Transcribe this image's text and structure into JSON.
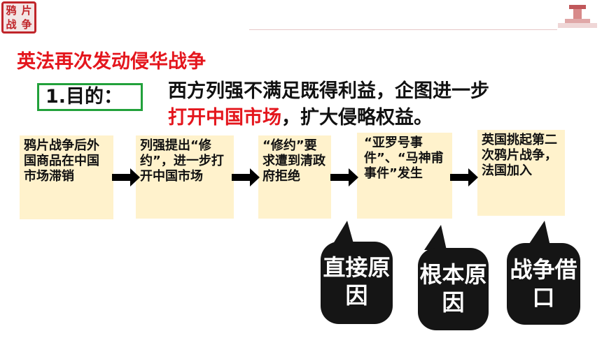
{
  "logo": {
    "chars": [
      "鸦",
      "片",
      "战",
      "争"
    ]
  },
  "heading": "英法再次发动侵华战争",
  "purpose": {
    "label": "1.目的：",
    "line1": "西方列强不满足既得利益，企图进一步",
    "line2_red": "打开中国市场",
    "line2_rest": "，扩大侵略权益。"
  },
  "steps": [
    "鸦片战争后外国商品在中国市场滞销",
    "列强提出“修约”，进一步打开中国市场",
    "“修约”要求遭到清政府拒绝",
    "“亚罗号事件”、“马神甫事件”发生",
    "英国挑起第二次鸦片战争，法国加入"
  ],
  "bubbles": [
    "直接原因",
    "根本原因",
    "战争借口"
  ],
  "colors": {
    "accent_red": "#e4161d",
    "box_green": "#22a13b",
    "step_fill": "#fff2cc",
    "bubble_fill": "#151515"
  }
}
